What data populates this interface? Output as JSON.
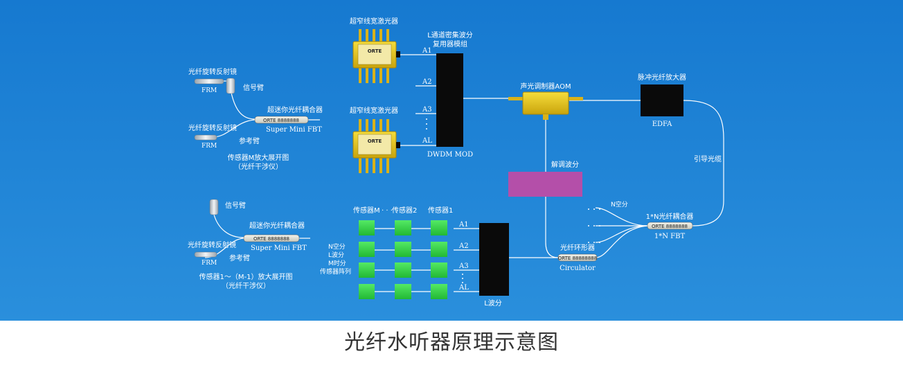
{
  "caption": "光纤水听器原理示意图",
  "colors": {
    "background_top": "#1a7fd4",
    "background_bottom": "#1f86d8",
    "sensor_green": "#3ad64a",
    "demod_box": "#b44fa9",
    "block_black": "#0a0a0a",
    "aom_gold": "#e2c21a"
  },
  "labels": {
    "laser_top": "超窄线宽激光器",
    "laser_bottom": "超窄线宽激光器",
    "dwdm_title_1": "L通道密集波分",
    "dwdm_title_2": "复用器模组",
    "dwdm_name": "DWDM MOD",
    "ch_a1": "A1",
    "ch_a2": "A2",
    "ch_a3": "A3",
    "ch_al": "AL",
    "aom": "声光调制器AOM",
    "edfa_title": "脉冲光纤放大器",
    "edfa_name": "EDFA",
    "guide_fiber": "引导光缆",
    "demod": "解调波分",
    "n_split": "N空分",
    "coupler_1n": "1*N光纤耦合器",
    "coupler_1n_chip": "ORTE 8888888",
    "fbt_1n": "1*N FBT",
    "circulator_cn": "光纤环形器",
    "circulator_chip": "ORTE 88888888",
    "circulator": "Circulator",
    "l_demux": "L波分",
    "sensor_m": "传感器M",
    "sensor_2": "传感器2",
    "sensor_1": "传感器1",
    "sensor_dots": "· · ·",
    "array_1": "N空分",
    "array_2": "L波分",
    "array_3": "M时分",
    "array_4": "传感器阵列",
    "frm_mirror_1": "光纤旋转反射镜",
    "frm_1": "FRM",
    "signal_arm_1": "信号臂",
    "coupler_1": "超迷你光纤耦合器",
    "coupler_chip_1": "ORTE 8888888",
    "fbt_1": "Super Mini FBT",
    "frm_mirror_2": "光纤旋转反射镜",
    "frm_2": "FRM",
    "ref_arm_1": "参考臂",
    "sensor_m_caption_1": "传感器M放大展开图",
    "sensor_m_caption_2": "（光纤干涉仪）",
    "signal_arm_2": "信号臂",
    "coupler_2": "超迷你光纤耦合器",
    "coupler_chip_2": "ORTE 8888888",
    "fbt_2": "Super Mini FBT",
    "frm_mirror_3": "光纤旋转反射镜",
    "frm_3": "FRM",
    "ref_arm_2": "参考臂",
    "sensor_1m_caption_1": "传感器1～（M-1）放大展开图",
    "sensor_1m_caption_2": "（光纤干涉仪）",
    "laser_chip_brand": "ORTE"
  }
}
